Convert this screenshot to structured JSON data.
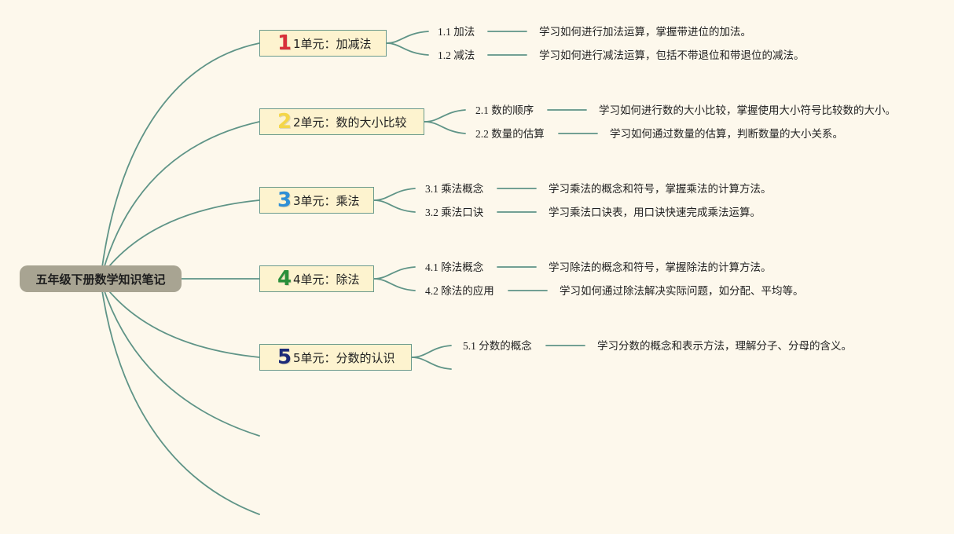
{
  "root": {
    "title": "五年级下册数学知识笔记"
  },
  "units": [
    {
      "num": "1",
      "color": "#d8303a",
      "label": "1单元：加减法",
      "subs": [
        {
          "label": "1.1 加法",
          "desc": "学习如何进行加法运算，掌握带进位的加法。"
        },
        {
          "label": "1.2 减法",
          "desc": "学习如何进行减法运算，包括不带退位和带退位的减法。"
        }
      ]
    },
    {
      "num": "2",
      "color": "#f4d648",
      "label": "2单元：数的大小比较",
      "subs": [
        {
          "label": "2.1 数的顺序",
          "desc": "学习如何进行数的大小比较，掌握使用大小符号比较数的大小。"
        },
        {
          "label": "2.2 数量的估算",
          "desc": "学习如何通过数量的估算，判断数量的大小关系。"
        }
      ]
    },
    {
      "num": "3",
      "color": "#2f8fd6",
      "label": "3单元：乘法",
      "subs": [
        {
          "label": "3.1 乘法概念",
          "desc": "学习乘法的概念和符号，掌握乘法的计算方法。"
        },
        {
          "label": "3.2 乘法口诀",
          "desc": "学习乘法口诀表，用口诀快速完成乘法运算。"
        }
      ]
    },
    {
      "num": "4",
      "color": "#2a8f3a",
      "label": "4单元：除法",
      "subs": [
        {
          "label": "4.1 除法概念",
          "desc": "学习除法的概念和符号，掌握除法的计算方法。"
        },
        {
          "label": "4.2 除法的应用",
          "desc": "学习如何通过除法解决实际问题，如分配、平均等。"
        }
      ]
    },
    {
      "num": "5",
      "color": "#1c2a78",
      "label": "5单元：分数的认识",
      "subs": [
        {
          "label": "5.1 分数的概念",
          "desc": "学习分数的概念和表示方法，理解分子、分母的含义。"
        }
      ]
    }
  ],
  "colors": {
    "connector": "#5f9487",
    "background": "#fdf8ec",
    "root_fill": "#a8a492",
    "unit_fill": "#fdf3cf"
  }
}
